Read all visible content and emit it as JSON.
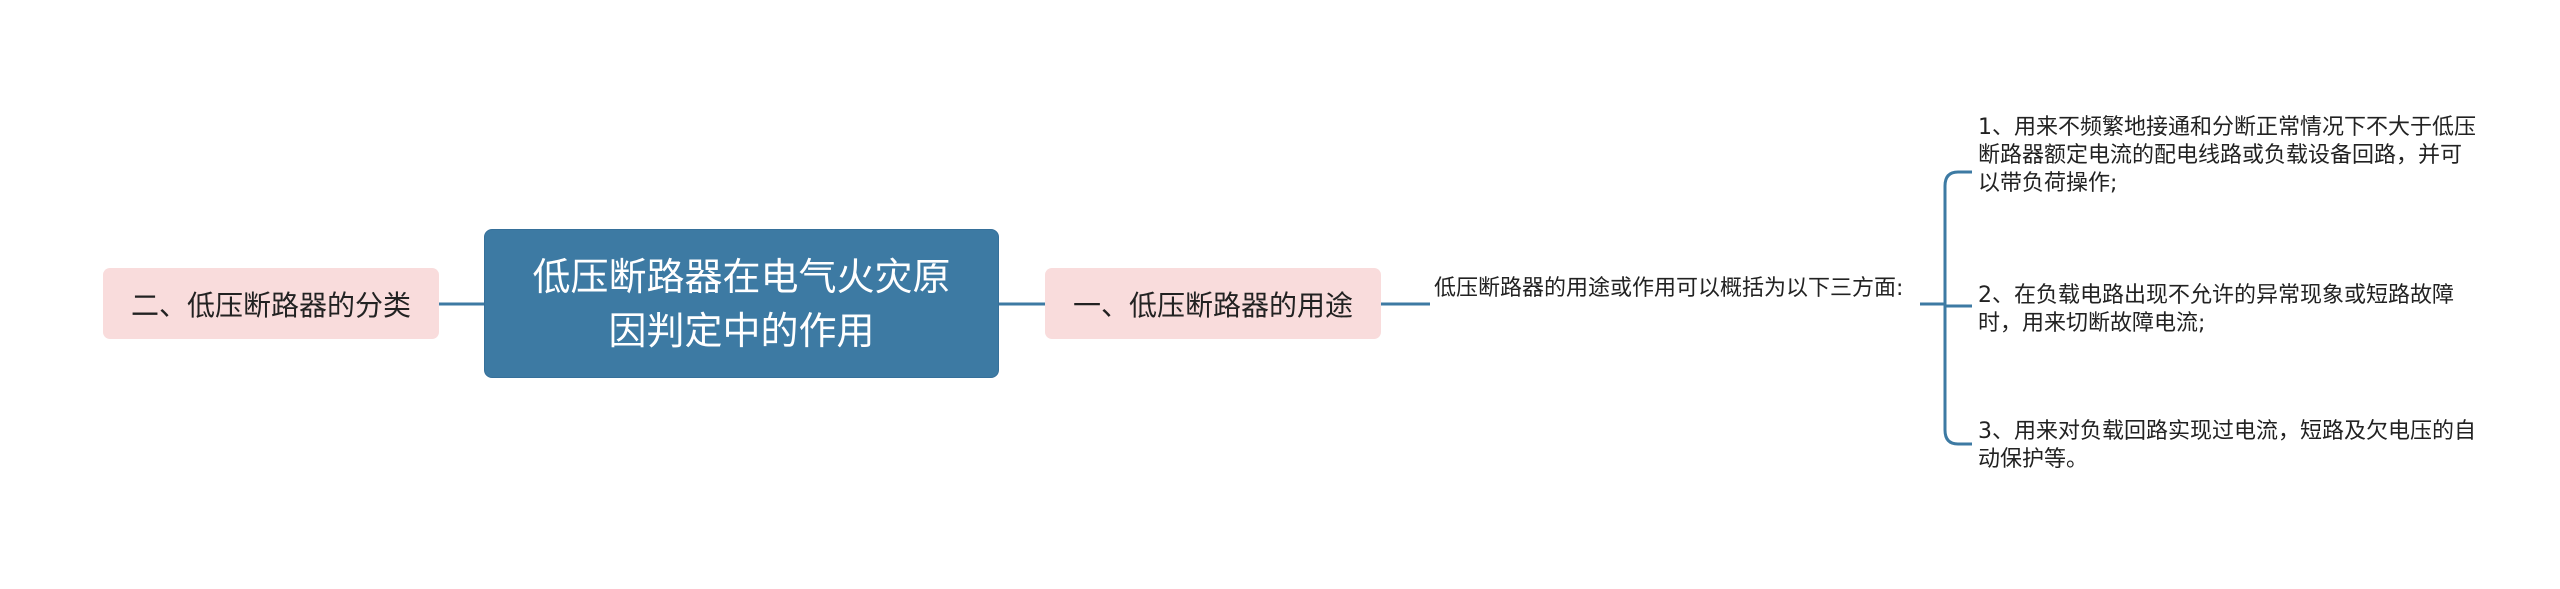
{
  "center": {
    "title": "低压断路器在电气火灾原因判定中的作用"
  },
  "left": {
    "label": "二、低压断路器的分类"
  },
  "right": {
    "label": "一、低压断路器的用途",
    "description": "低压断路器的用途或作用可以概括为以下三方面:",
    "items": [
      "1、用来不频繁地接通和分断正常情况下不大于低压断路器额定电流的配电线路或负载设备回路，并可以带负荷操作;",
      "2、在负载电路出现不允许的异常现象或短路故障时，用来切断故障电流;",
      "3、用来对负载回路实现过电流，短路及欠电压的自动保护等。"
    ]
  },
  "colors": {
    "center": "#3d7aa3",
    "branch": "#f9dcdc",
    "line": "#3d7aa3"
  }
}
